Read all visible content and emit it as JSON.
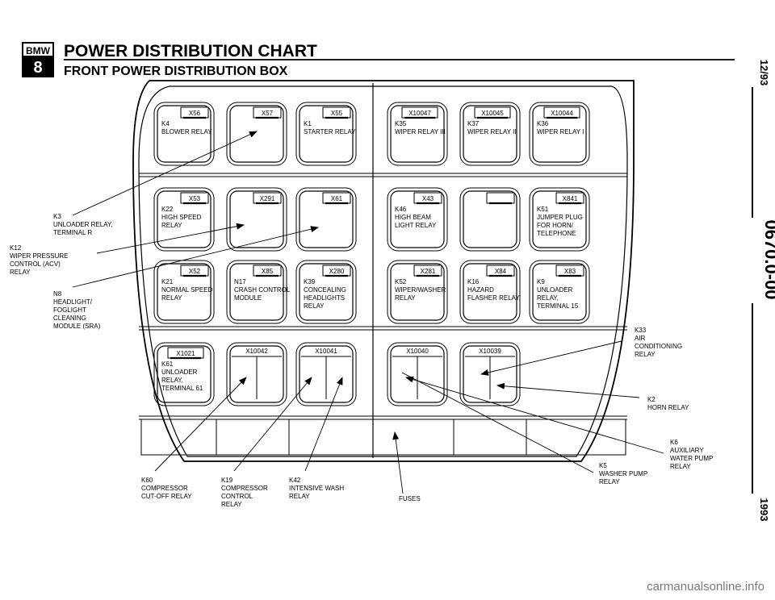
{
  "header": {
    "logo_top": "BMW",
    "logo_bottom": "8",
    "title": "POWER DISTRIBUTION CHART",
    "subtitle": "FRONT POWER DISTRIBUTION BOX"
  },
  "relay_slots": [
    {
      "id": "x56",
      "connector": "X56",
      "lines": [
        "K4",
        "BLOWER RELAY"
      ]
    },
    {
      "id": "x57",
      "connector": "X57",
      "lines": []
    },
    {
      "id": "x55",
      "connector": "X55",
      "lines": [
        "K1",
        "STARTER RELAY"
      ]
    },
    {
      "id": "x10047",
      "connector": "X10047",
      "lines": [
        "K35",
        "WIPER RELAY III"
      ]
    },
    {
      "id": "x10045",
      "connector": "X10045",
      "lines": [
        "K37",
        "WIPER RELAY II"
      ]
    },
    {
      "id": "x10044",
      "connector": "X10044",
      "lines": [
        "K36",
        "WIPER RELAY I"
      ]
    },
    {
      "id": "x53",
      "connector": "X53",
      "lines": [
        "K22",
        "HIGH SPEED",
        "RELAY"
      ]
    },
    {
      "id": "x291",
      "connector": "X291",
      "lines": []
    },
    {
      "id": "x61",
      "connector": "X61",
      "lines": []
    },
    {
      "id": "x43",
      "connector": "X43",
      "lines": [
        "K46",
        "HIGH BEAM",
        "LIGHT RELAY"
      ]
    },
    {
      "id": "blank",
      "connector": "",
      "lines": []
    },
    {
      "id": "x841",
      "connector": "X841",
      "lines": [
        "K51",
        "JUMPER PLUG",
        "FOR HORN/",
        "TELEPHONE"
      ]
    },
    {
      "id": "x52",
      "connector": "X52",
      "lines": [
        "K21",
        "NORMAL SPEED",
        "RELAY"
      ]
    },
    {
      "id": "x85",
      "connector": "X85",
      "lines": [
        "N17",
        "CRASH CONTROL",
        "MODULE"
      ]
    },
    {
      "id": "x280",
      "connector": "X280",
      "lines": [
        "K39",
        "CONCEALING",
        "HEADLIGHTS",
        "RELAY"
      ]
    },
    {
      "id": "x281",
      "connector": "X281",
      "lines": [
        "K52",
        "WIPER/WASHER",
        "RELAY"
      ]
    },
    {
      "id": "x84",
      "connector": "X84",
      "lines": [
        "K16",
        "HAZARD",
        "FLASHER RELAY"
      ]
    },
    {
      "id": "x83",
      "connector": "X83",
      "lines": [
        "K9",
        "UNLOADER",
        "RELAY,",
        "TERMINAL 15"
      ]
    },
    {
      "id": "x1021",
      "connector": "X1021",
      "lines": [
        "K61",
        "UNLOADER",
        "RELAY,",
        "TERMINAL 61"
      ]
    },
    {
      "id": "x10042",
      "connector": "X10042",
      "lines": []
    },
    {
      "id": "x10041",
      "connector": "X10041",
      "lines": []
    },
    {
      "id": "x10040",
      "connector": "X10040",
      "lines": []
    },
    {
      "id": "x10039",
      "connector": "X10039",
      "lines": []
    }
  ],
  "callouts": [
    {
      "id": "k3",
      "lines": [
        "K3",
        "UNLOADER RELAY,",
        "TERMINAL R"
      ]
    },
    {
      "id": "k12",
      "lines": [
        "K12",
        "WIPER PRESSURE",
        "CONTROL (ACV)",
        "RELAY"
      ]
    },
    {
      "id": "n8",
      "lines": [
        "N8",
        "HEADLIGHT/",
        "FOGLIGHT",
        "CLEANING",
        "MODULE (SRA)"
      ]
    },
    {
      "id": "k33",
      "lines": [
        "K33",
        "AIR",
        "CONDITIONING",
        "RELAY"
      ]
    },
    {
      "id": "k2",
      "lines": [
        "K2",
        "HORN RELAY"
      ]
    },
    {
      "id": "k6",
      "lines": [
        "K6",
        "AUXILIARY",
        "WATER PUMP",
        "RELAY"
      ]
    },
    {
      "id": "k5",
      "lines": [
        "K5",
        "WASHER PUMP",
        "RELAY"
      ]
    },
    {
      "id": "k60",
      "lines": [
        "K60",
        "COMPRESSOR",
        "CUT-OFF RELAY"
      ]
    },
    {
      "id": "k19",
      "lines": [
        "K19",
        "COMPRESSOR",
        "CONTROL",
        "RELAY"
      ]
    },
    {
      "id": "k42",
      "lines": [
        "K42",
        "INTENSIVE WASH",
        "RELAY"
      ]
    },
    {
      "id": "fuses",
      "lines": [
        "FUSES"
      ]
    }
  ],
  "side": {
    "date": "12/93",
    "code": "0670.0-00",
    "year": "1993"
  },
  "watermark": "carmanualsonline.info"
}
